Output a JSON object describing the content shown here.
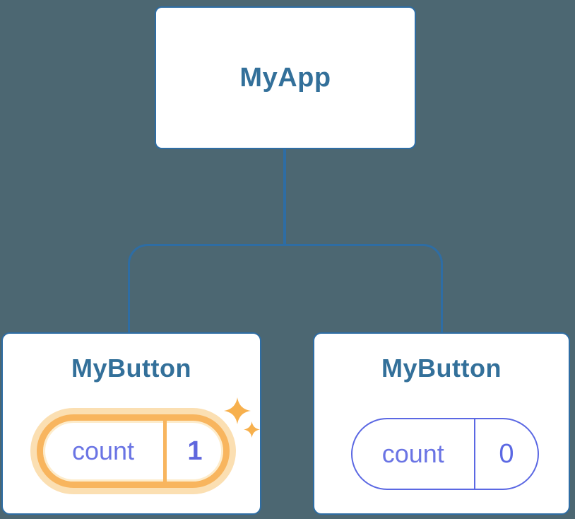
{
  "diagram": {
    "type": "component-state-tree",
    "root": {
      "label": "MyApp"
    },
    "children": [
      {
        "label": "MyButton",
        "state": {
          "key": "count",
          "value": "1"
        },
        "highlighted": true,
        "icons": [
          "sparkle-icon-large",
          "sparkle-icon-small"
        ]
      },
      {
        "label": "MyButton",
        "state": {
          "key": "count",
          "value": "0"
        },
        "highlighted": false
      }
    ]
  },
  "colors": {
    "background": "#4c6772",
    "connector_blue": "#2e6da4",
    "title_blue": "#33709a",
    "card_bg": "#ffffff",
    "state_purple": "#6a74e4",
    "state_value_purple": "#5f66dd",
    "pill_purple_border": "#5b68e3",
    "highlight_orange": "#f8b55e",
    "highlight_halo": "#fbdfb2",
    "highlight_inner": "#fdeccb",
    "sparkle_orange": "#f7b04d"
  }
}
